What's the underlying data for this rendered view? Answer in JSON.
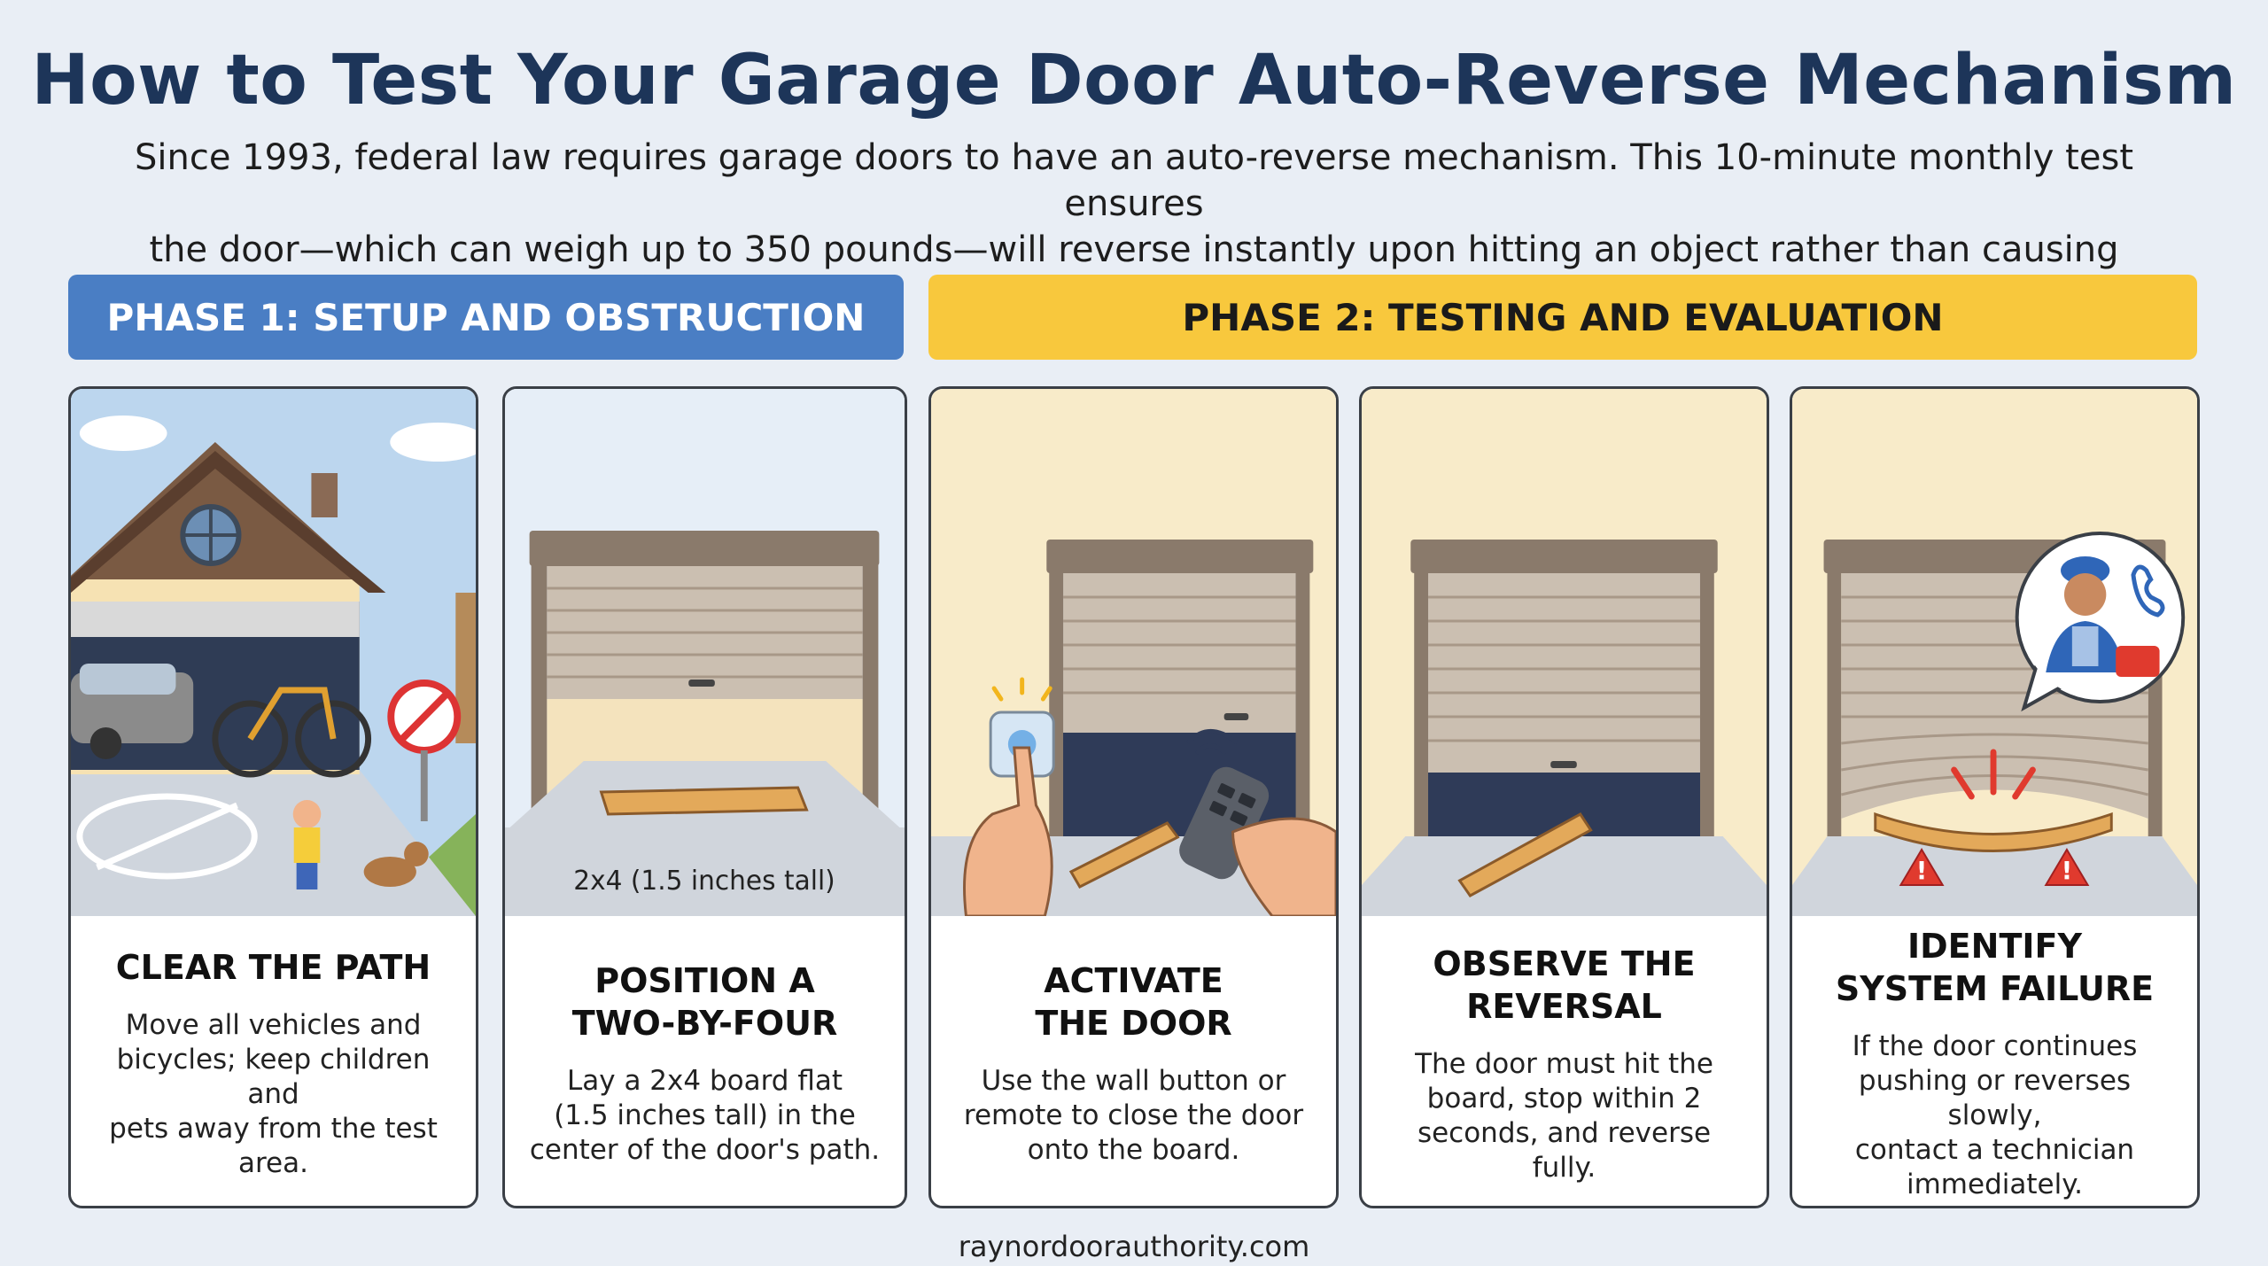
{
  "title": "How to Test Your Garage Door Auto-Reverse Mechanism",
  "subtitle": "Since 1993, federal law requires garage doors to have an auto-reverse mechanism. This 10-minute monthly test ensures\nthe door—which can weigh up to 350 pounds—will reverse instantly upon hitting an object rather than causing injury.",
  "phases": [
    {
      "label": "PHASE 1: SETUP AND OBSTRUCTION",
      "color": "#4a7ec4"
    },
    {
      "label": "PHASE 2: TESTING AND EVALUATION",
      "color": "#f8c83d"
    }
  ],
  "steps": [
    {
      "title": "CLEAR THE PATH",
      "description": "Move all vehicles and\nbicycles; keep children and\npets away from the test\narea.",
      "icon": "house-garage-icon"
    },
    {
      "title": "POSITION A\nTWO-BY-FOUR",
      "description": "Lay a 2x4 board flat\n(1.5 inches tall) in the\ncenter of the door's path.",
      "illustration_label": "2x4 (1.5 inches tall)",
      "icon": "board-icon"
    },
    {
      "title": "ACTIVATE\nTHE DOOR",
      "description": "Use the wall button or\nremote to close the door\nonto the board.",
      "icon": "remote-icon"
    },
    {
      "title": "OBSERVE THE\nREVERSAL",
      "description": "The door must hit the\nboard, stop within 2\nseconds, and reverse fully.",
      "icon": "garage-door-icon"
    },
    {
      "title": "IDENTIFY\nSYSTEM FAILURE",
      "description": "If the door continues\npushing or reverses slowly,\ncontact a technician\nimmediately.",
      "icon": "warning-icon"
    }
  ],
  "footer": "raynordoorauthority.com"
}
